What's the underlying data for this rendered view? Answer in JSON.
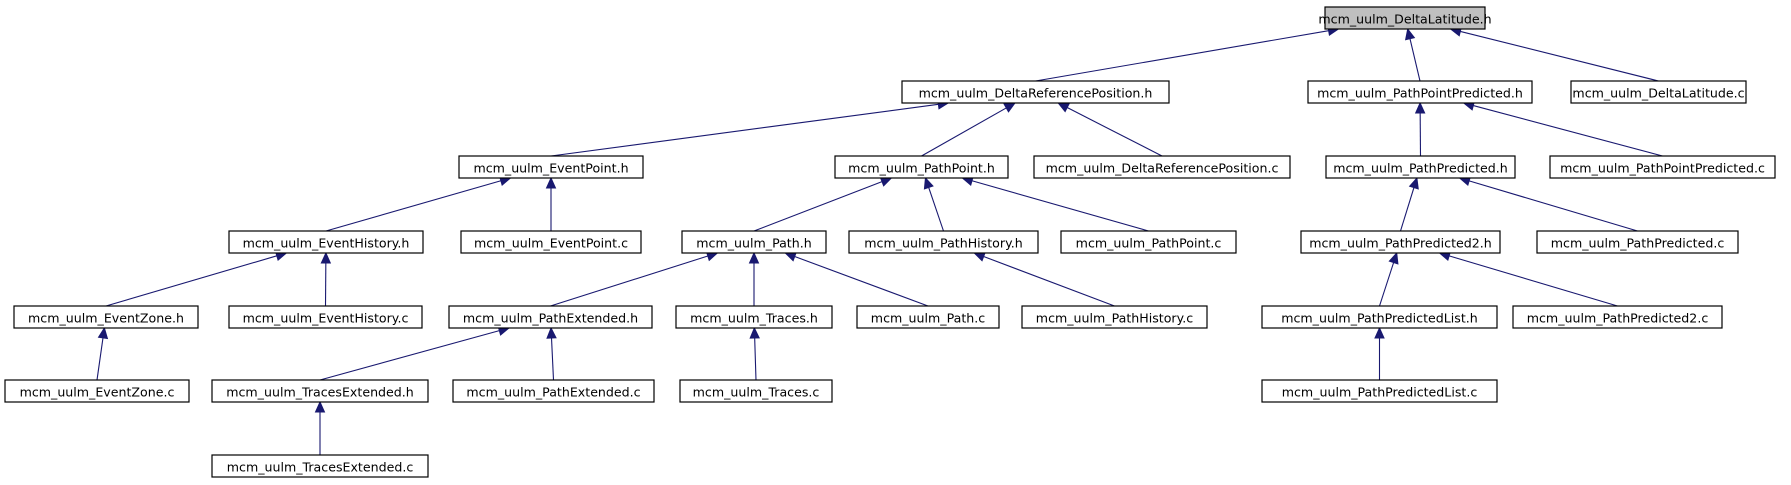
{
  "graph": {
    "title": "",
    "colors": {
      "edge": "#191970",
      "root_fill": "#bfbfbf",
      "node_fill": "#ffffff",
      "node_border": "#000000"
    },
    "nodes": [
      {
        "id": "n0",
        "label": "mcm_uulm_DeltaLatitude.h",
        "root": true
      },
      {
        "id": "n1",
        "label": "mcm_uulm_DeltaReferencePosition.h"
      },
      {
        "id": "n2",
        "label": "mcm_uulm_PathPointPredicted.h"
      },
      {
        "id": "n3",
        "label": "mcm_uulm_DeltaLatitude.c"
      },
      {
        "id": "n4",
        "label": "mcm_uulm_EventPoint.h"
      },
      {
        "id": "n5",
        "label": "mcm_uulm_PathPoint.h"
      },
      {
        "id": "n6",
        "label": "mcm_uulm_DeltaReferencePosition.c"
      },
      {
        "id": "n7",
        "label": "mcm_uulm_PathPredicted.h"
      },
      {
        "id": "n8",
        "label": "mcm_uulm_PathPointPredicted.c"
      },
      {
        "id": "n9",
        "label": "mcm_uulm_EventHistory.h"
      },
      {
        "id": "n10",
        "label": "mcm_uulm_EventPoint.c"
      },
      {
        "id": "n11",
        "label": "mcm_uulm_Path.h"
      },
      {
        "id": "n12",
        "label": "mcm_uulm_PathHistory.h"
      },
      {
        "id": "n13",
        "label": "mcm_uulm_PathPoint.c"
      },
      {
        "id": "n14",
        "label": "mcm_uulm_PathPredicted2.h"
      },
      {
        "id": "n15",
        "label": "mcm_uulm_PathPredicted.c"
      },
      {
        "id": "n16",
        "label": "mcm_uulm_EventZone.h"
      },
      {
        "id": "n17",
        "label": "mcm_uulm_EventHistory.c"
      },
      {
        "id": "n18",
        "label": "mcm_uulm_PathExtended.h"
      },
      {
        "id": "n19",
        "label": "mcm_uulm_Traces.h"
      },
      {
        "id": "n20",
        "label": "mcm_uulm_Path.c"
      },
      {
        "id": "n21",
        "label": "mcm_uulm_PathHistory.c"
      },
      {
        "id": "n22",
        "label": "mcm_uulm_PathPredictedList.h"
      },
      {
        "id": "n23",
        "label": "mcm_uulm_PathPredicted2.c"
      },
      {
        "id": "n24",
        "label": "mcm_uulm_EventZone.c"
      },
      {
        "id": "n25",
        "label": "mcm_uulm_TracesExtended.h"
      },
      {
        "id": "n26",
        "label": "mcm_uulm_PathExtended.c"
      },
      {
        "id": "n27",
        "label": "mcm_uulm_Traces.c"
      },
      {
        "id": "n28",
        "label": "mcm_uulm_PathPredictedList.c"
      },
      {
        "id": "n29",
        "label": "mcm_uulm_TracesExtended.c"
      }
    ],
    "edges": [
      {
        "from": "n1",
        "to": "n0"
      },
      {
        "from": "n2",
        "to": "n0"
      },
      {
        "from": "n3",
        "to": "n0"
      },
      {
        "from": "n4",
        "to": "n1"
      },
      {
        "from": "n5",
        "to": "n1"
      },
      {
        "from": "n6",
        "to": "n1"
      },
      {
        "from": "n7",
        "to": "n2"
      },
      {
        "from": "n8",
        "to": "n2"
      },
      {
        "from": "n9",
        "to": "n4"
      },
      {
        "from": "n10",
        "to": "n4"
      },
      {
        "from": "n11",
        "to": "n5"
      },
      {
        "from": "n12",
        "to": "n5"
      },
      {
        "from": "n13",
        "to": "n5"
      },
      {
        "from": "n14",
        "to": "n7"
      },
      {
        "from": "n15",
        "to": "n7"
      },
      {
        "from": "n16",
        "to": "n9"
      },
      {
        "from": "n17",
        "to": "n9"
      },
      {
        "from": "n18",
        "to": "n11"
      },
      {
        "from": "n19",
        "to": "n11"
      },
      {
        "from": "n20",
        "to": "n11"
      },
      {
        "from": "n21",
        "to": "n12"
      },
      {
        "from": "n22",
        "to": "n14"
      },
      {
        "from": "n23",
        "to": "n14"
      },
      {
        "from": "n24",
        "to": "n16"
      },
      {
        "from": "n25",
        "to": "n18"
      },
      {
        "from": "n26",
        "to": "n18"
      },
      {
        "from": "n27",
        "to": "n19"
      },
      {
        "from": "n28",
        "to": "n22"
      },
      {
        "from": "n29",
        "to": "n25"
      }
    ]
  }
}
